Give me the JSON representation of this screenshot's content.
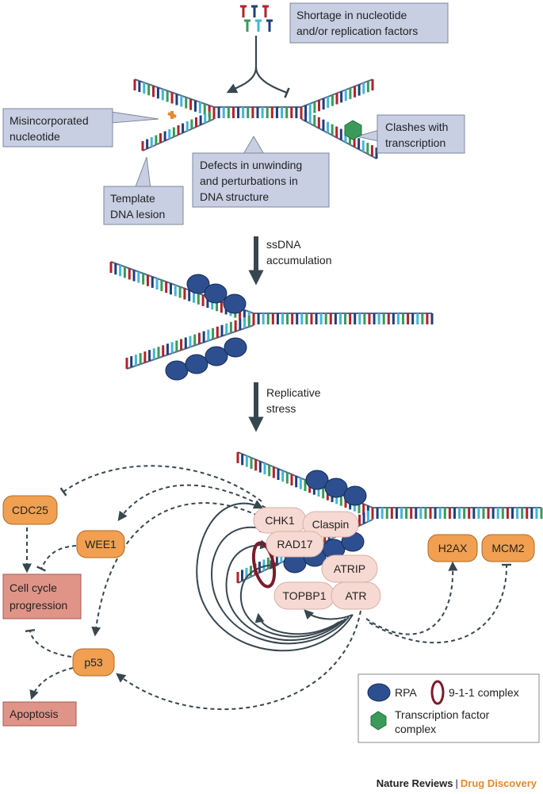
{
  "callouts": {
    "shortage": [
      "Shortage in nucleotide",
      "and/or replication factors"
    ],
    "misincorporated": [
      "Misincorporated",
      "nucleotide"
    ],
    "clashes": [
      "Clashes with",
      "transcription"
    ],
    "defects": [
      "Defects in unwinding",
      "and perturbations in",
      "DNA structure"
    ],
    "template": [
      "Template",
      "DNA lesion"
    ]
  },
  "steps": {
    "ssdna": [
      "ssDNA",
      "accumulation"
    ],
    "replicative": [
      "Replicative",
      "stress"
    ]
  },
  "complex": {
    "chk1": "CHK1",
    "claspin": "Claspin",
    "rad17": "RAD17",
    "atrip": "ATRIP",
    "topbp1": "TOPBP1",
    "atr": "ATR"
  },
  "targets": {
    "cdc25": "CDC25",
    "wee1": "WEE1",
    "p53": "p53",
    "h2ax": "H2AX",
    "mcm2": "MCM2"
  },
  "outcomes": {
    "cell_cycle": [
      "Cell cycle",
      "progression"
    ],
    "apoptosis": "Apoptosis"
  },
  "legend": {
    "rpa": "RPA",
    "nine11": "9-1-1 complex",
    "tf": [
      "Transcription factor",
      "complex"
    ]
  },
  "footer": {
    "journal": "Nature Reviews",
    "separator": "|",
    "section": "Drug Discovery"
  },
  "colors": {
    "callout_fill": "#c8cfe3",
    "orange": "#f0a050",
    "salmon": "#e09488",
    "pink": "#f6d9d2",
    "rpa_blue": "#2e4f8f",
    "arrow": "#37474f",
    "red": "#b0232a",
    "green": "#3a9a5a",
    "cyan": "#41b6d8",
    "navy": "#1f3f7a",
    "maroon": "#7a1c2a",
    "accent": "#e8892b"
  }
}
